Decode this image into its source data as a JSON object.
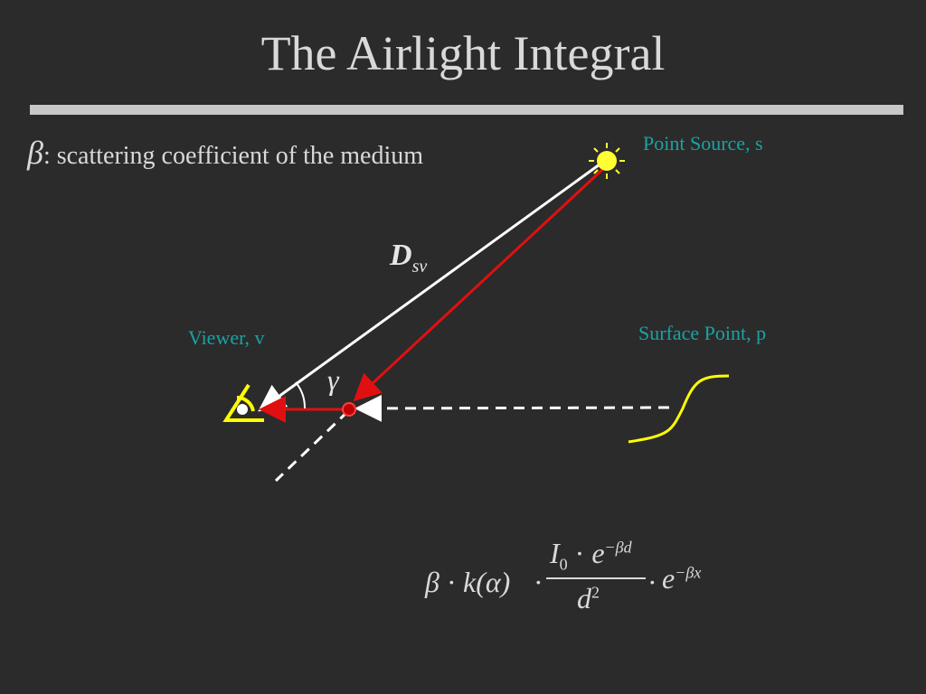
{
  "slide": {
    "title": "The Airlight Integral",
    "definition": {
      "symbol": "β",
      "text": ": scattering coefficient of the medium"
    }
  },
  "diagram": {
    "labels": {
      "point_source": "Point Source, s",
      "viewer": "Viewer, v",
      "surface_point": "Surface Point, p"
    },
    "distance_label": {
      "main": "D",
      "sub": "sv"
    },
    "angle_label": "γ",
    "colors": {
      "label_color": "#1aa3a3",
      "ray_red": "#e01010",
      "ray_white": "#ffffff",
      "sun_yellow": "#ffff33",
      "eye_yellow": "#ffff00",
      "surface_curve": "#ffff00",
      "background": "#2b2b2b"
    },
    "icons": [
      "sun-icon",
      "eye-icon",
      "scatter-point-icon",
      "surface-curve"
    ]
  },
  "formula": {
    "beta": "β",
    "dot": "·",
    "k_alpha": "k(α)",
    "numerator_I": "I",
    "numerator_I_sub": "0",
    "numerator_e": "e",
    "numerator_exp": "−βd",
    "denominator_d": "d",
    "denominator_exp": "2",
    "trailing_e": "e",
    "trailing_exp": "−βx"
  }
}
